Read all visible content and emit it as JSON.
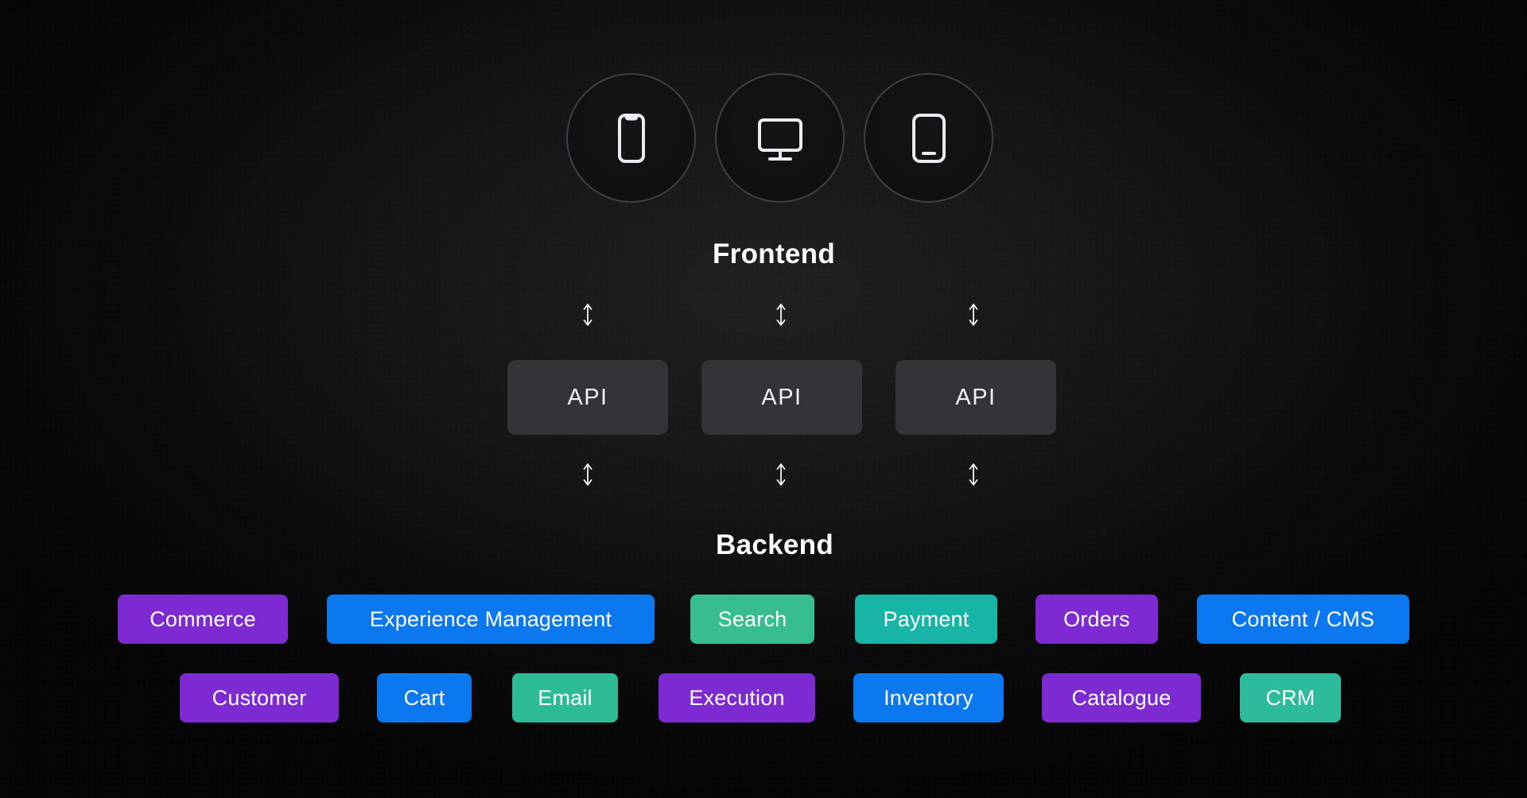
{
  "frontend": {
    "label": "Frontend",
    "devices": [
      {
        "icon": "smartphone-icon"
      },
      {
        "icon": "monitor-icon"
      },
      {
        "icon": "tablet-icon"
      }
    ]
  },
  "api": {
    "boxes": [
      {
        "label": "API"
      },
      {
        "label": "API"
      },
      {
        "label": "API"
      }
    ],
    "box_color": "#343438"
  },
  "backend": {
    "label": "Backend",
    "row1": [
      {
        "label": "Commerce",
        "color": "#7e2ad2"
      },
      {
        "label": "Experience Management",
        "color": "#0b78f0"
      },
      {
        "label": "Search",
        "color": "#38bd90"
      },
      {
        "label": "Payment",
        "color": "#18b4a6"
      },
      {
        "label": "Orders",
        "color": "#7e2ad2"
      },
      {
        "label": "Content / CMS",
        "color": "#0b78f0"
      }
    ],
    "row2": [
      {
        "label": "Customer",
        "color": "#7e2ad2"
      },
      {
        "label": "Cart",
        "color": "#0b78f0"
      },
      {
        "label": "Email",
        "color": "#2cbb94"
      },
      {
        "label": "Execution",
        "color": "#7e2ad2"
      },
      {
        "label": "Inventory",
        "color": "#0b78f0"
      },
      {
        "label": "Catalogue",
        "color": "#7e2ad2"
      },
      {
        "label": "CRM",
        "color": "#2dbb9b"
      }
    ]
  },
  "colors": {
    "purple": "#7e2ad2",
    "blue": "#0b78f0",
    "green": "#38bd90",
    "teal": "#18b4a6",
    "background": "#0a0a0b",
    "text": "#ffffff"
  }
}
